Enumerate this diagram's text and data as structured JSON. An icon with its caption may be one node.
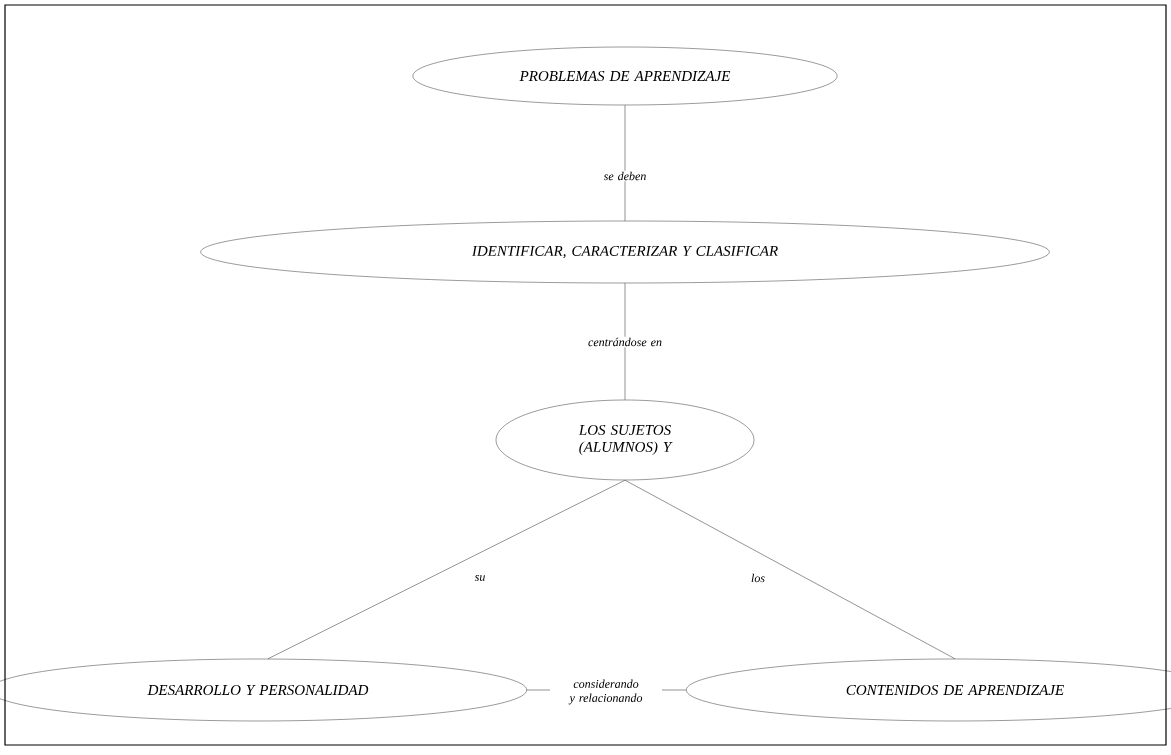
{
  "diagram": {
    "nodes": [
      {
        "text": [
          "PROBLEMAS DE APRENDIZAJE"
        ]
      },
      {
        "text": [
          "IDENTIFICAR, CARACTERIZAR Y CLASIFICAR"
        ]
      },
      {
        "text": [
          "LOS SUJETOS (ALUMNOS) Y"
        ]
      },
      {
        "text": [
          "DESARROLLO Y PERSONALIDAD"
        ]
      },
      {
        "text": [
          "CONTENIDOS DE APRENDIZAJE"
        ]
      }
    ],
    "edges": [
      {
        "from": 0,
        "to": 1,
        "arrow": "none",
        "label": "se deben"
      },
      {
        "from": 1,
        "to": 2,
        "arrow": "none",
        "label": "centrándose en"
      },
      {
        "from": 2,
        "to": 3,
        "arrow": "none",
        "label": "su"
      },
      {
        "from": 2,
        "to": 4,
        "arrow": "none",
        "label": "los"
      },
      {
        "from": 3,
        "to": 4,
        "arrow": "none",
        "label": "considerando y relacionando"
      }
    ]
  }
}
